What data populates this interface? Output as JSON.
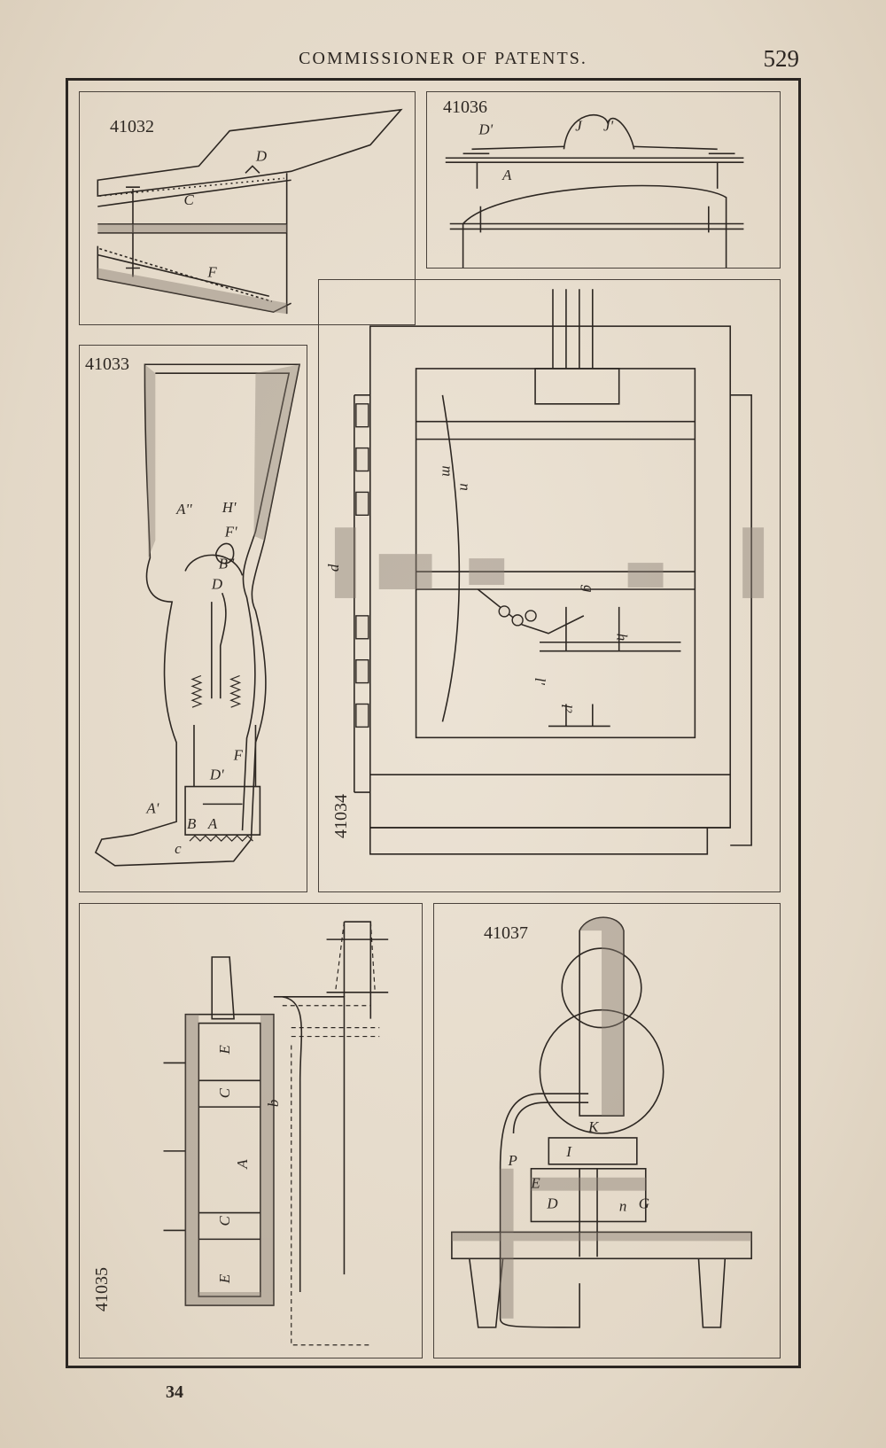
{
  "header": {
    "title": "COMMISSIONER OF PATENTS.",
    "page_number": "529"
  },
  "signature_mark": "34",
  "figures": [
    {
      "number": "41032",
      "letters": [
        "D",
        "C",
        "F"
      ]
    },
    {
      "number": "41036",
      "letters": [
        "D'",
        "J",
        "J'",
        "A"
      ]
    },
    {
      "number": "41033",
      "letters": [
        "A''",
        "H'",
        "F'",
        "B''",
        "D",
        "F",
        "D'",
        "A'",
        "B",
        "A",
        "c"
      ]
    },
    {
      "number": "41034",
      "letters": [
        "d",
        "m",
        "n",
        "g",
        "h",
        "l'",
        "l²"
      ]
    },
    {
      "number": "41035",
      "letters": [
        "E",
        "C",
        "A",
        "b",
        "C",
        "E"
      ]
    },
    {
      "number": "41037",
      "letters": [
        "K",
        "I",
        "P",
        "E",
        "D",
        "G",
        "n"
      ]
    }
  ]
}
